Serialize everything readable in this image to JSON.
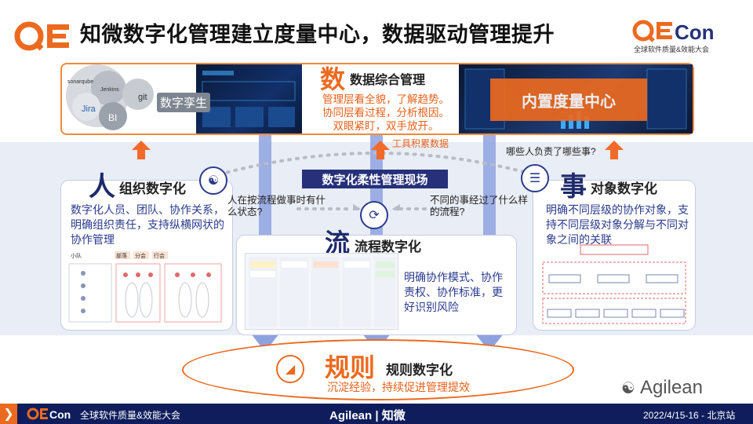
{
  "header": {
    "title": "知微数字化管理建立度量中心，数据驱动管理提升",
    "logo_left": "QE",
    "logo_right": "QECon",
    "logo_right_sub": "全球软件质量&效能大会"
  },
  "data_section": {
    "char": "数",
    "title": "数据综合管理",
    "lines": [
      "管理层看全貌，了解趋势。",
      "协同层看过程，分析根因。",
      "双眼紧盯，双手放开。"
    ],
    "digital_twin": "数字孪生",
    "tools": [
      "sonarqube",
      "Jenkins",
      "git",
      "Jira",
      "BI"
    ],
    "metric_center": "内置度量中心"
  },
  "labels": {
    "tool_accumulate": "工具积累数据",
    "who_did_what": "哪些人负责了哪些事?",
    "center": "数字化柔性管理现场",
    "question_left": "人在按流程做事时有什么状态?",
    "question_right": "不同的事经过了什么样的流程?"
  },
  "people": {
    "char": "人",
    "title": "组织数字化",
    "text": "数字化人员、团队、协作关系，明确组织责任，支持纵横网状的协作管理",
    "org_labels": [
      "小队",
      "部落",
      "分会",
      "行会"
    ]
  },
  "event": {
    "char": "事",
    "title": "对象数字化",
    "text": "明确不同层级的协作对象，支持不同层级对象分解与不同对象之间的关联"
  },
  "flow": {
    "char": "流",
    "title": "流程数字化",
    "text": "明确协作模式、协作责权、协作标准，更好识别风险"
  },
  "rules": {
    "char": "规则",
    "title": "规则数字化",
    "sub": "沉淀经验，持续促进管理提效"
  },
  "watermark": "Agilean",
  "footer": {
    "logo": "QECon",
    "conference": "全球软件质量&效能大会",
    "center": "Agilean | 知微",
    "date": "2022/4/15-16 - 北京站"
  },
  "colors": {
    "accent": "#ec6a1f",
    "navy": "#1e2a6b",
    "band": "#e9edf6",
    "footer": "#0f1d5c"
  }
}
